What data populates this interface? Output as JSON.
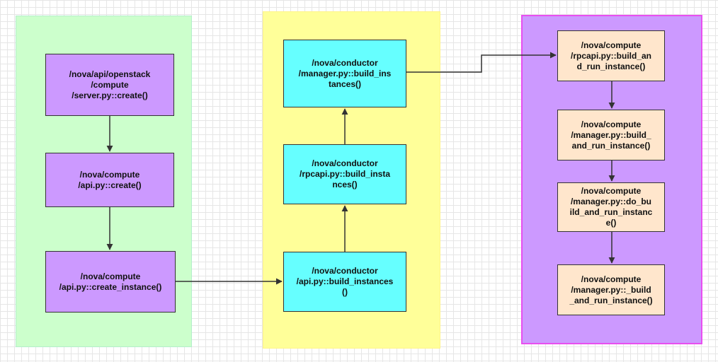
{
  "colors": {
    "lane_green": "#ccffcc",
    "lane_yellow": "#ffff99",
    "lane_purple": "#cc99ff",
    "lane_purple_border": "#e84ff0",
    "node_purple": "#cc99ff",
    "node_cyan": "#66ffff",
    "node_peach": "#ffe6cc",
    "stroke": "#333333"
  },
  "nodes": {
    "api_server_create": "/nova/api/openstack\n/compute\n/server.py::create()",
    "compute_api_create": "/nova/compute\n/api.py::create()",
    "compute_api_create_instance": "/nova/compute\n/api.py::create_instance()",
    "conductor_api_build_instances": "/nova/conductor\n/api.py::build_instances\n()",
    "conductor_rpcapi_build_instances": "/nova/conductor\n/rpcapi.py::build_insta\nnces()",
    "conductor_manager_build_instances": "/nova/conductor\n/manager.py::build_ins\ntances()",
    "compute_rpcapi_build_and_run": "/nova/compute\n/rpcapi.py::build_an\nd_run_instance()",
    "compute_manager_build_and_run": "/nova/compute\n/manager.py::build_\nand_run_instance()",
    "compute_manager_do_build_and_run": "/nova/compute\n/manager.py::do_bu\nild_and_run_instanc\ne()",
    "compute_manager_private_build_and_run": "/nova/compute\n/manager.py::_build\n_and_run_instance()"
  }
}
